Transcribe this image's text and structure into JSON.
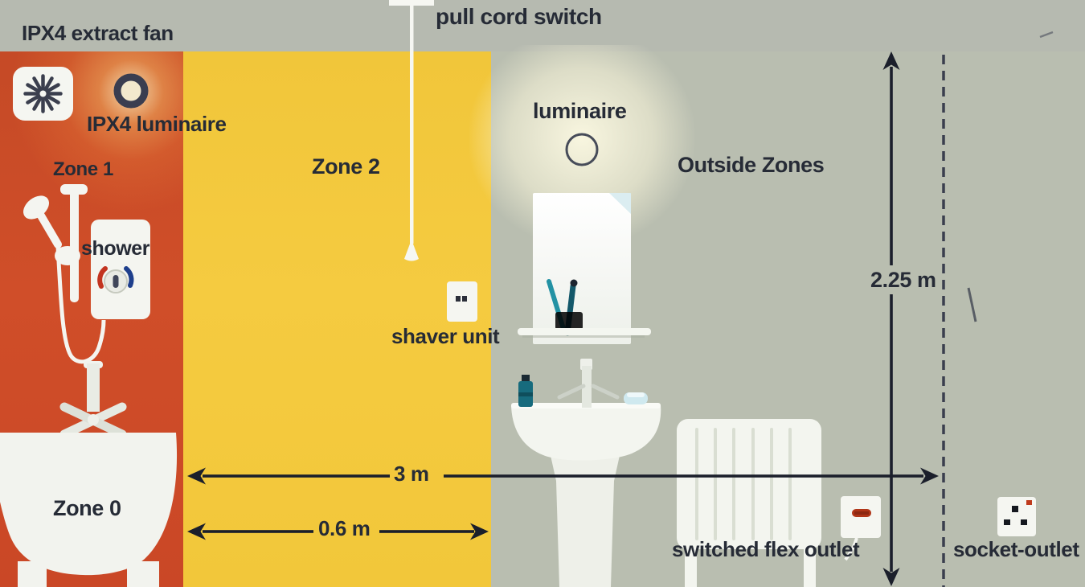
{
  "zones": {
    "zone0": {
      "label": "Zone 0"
    },
    "zone1": {
      "label": "Zone 1"
    },
    "zone2": {
      "label": "Zone 2"
    },
    "outside": {
      "label": "Outside Zones"
    }
  },
  "fixtures": {
    "extract_fan": "IPX4 extract fan",
    "ipx4_luminaire": "IPX4 luminaire",
    "pull_cord_switch": "pull cord switch",
    "luminaire": "luminaire",
    "shower": "shower",
    "shaver_unit": "shaver unit",
    "switched_flex_outlet": "switched flex outlet",
    "socket_outlet": "socket-outlet"
  },
  "measurements": {
    "zone2_horizontal": "3 m",
    "zone2_lower": "0.6 m",
    "zone_height": "2.25 m"
  },
  "colors": {
    "background": "#b9beb0",
    "zone1_red": "#ca4726",
    "zone2_yellow": "#f3c93c",
    "ink": "#262b36",
    "line": "#1b1f2b",
    "white_fixture": "#f4f5f0",
    "accent_red": "#b03518",
    "accent_blue": "#1e3f8c",
    "teal": "#176b7d"
  }
}
